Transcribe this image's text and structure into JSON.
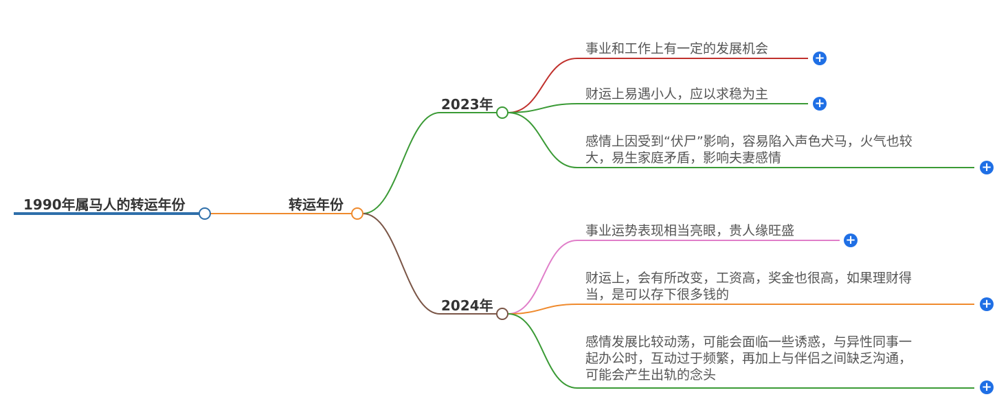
{
  "root": {
    "label": "1990年属马人的转运年份"
  },
  "branch": {
    "label": "转运年份"
  },
  "years": [
    {
      "label": "2023年",
      "items": [
        {
          "lines": [
            "事业和工作上有一定的发展机会"
          ]
        },
        {
          "lines": [
            "财运上易遇小人，应以求稳为主"
          ]
        },
        {
          "lines": [
            "感情上因受到“伏尸”影响，容易陷入声色犬马，火气也较",
            "大，易生家庭矛盾，影响夫妻感情"
          ]
        }
      ]
    },
    {
      "label": "2024年",
      "items": [
        {
          "lines": [
            "事业运势表现相当亮眼，贵人缘旺盛"
          ]
        },
        {
          "lines": [
            "财运上，会有所改变，工资高，奖金也很高，如果理财得",
            "当，是可以存下很多钱的"
          ]
        },
        {
          "lines": [
            "感情发展比较动荡，可能会面临一些诱惑，与异性同事一",
            "起办公时，互动过于频繁，再加上与伴侣之间缺乏沟通，",
            "可能会产生出轨的念头"
          ]
        }
      ]
    }
  ],
  "icons": {
    "expand": "plus-circle-icon",
    "node": "circle-node-icon"
  },
  "colors": {
    "root_line": "#2e6faa",
    "branch_line": "#ef8a2d",
    "year_2023_line": "#3a9a35",
    "year_2024_line": "#7a5546",
    "leaf_red": "#c0302c",
    "leaf_green": "#3a9a35",
    "leaf_pink": "#e07ec9",
    "leaf_orange": "#ef8a2d",
    "expand_button": "#1f6fe5"
  }
}
